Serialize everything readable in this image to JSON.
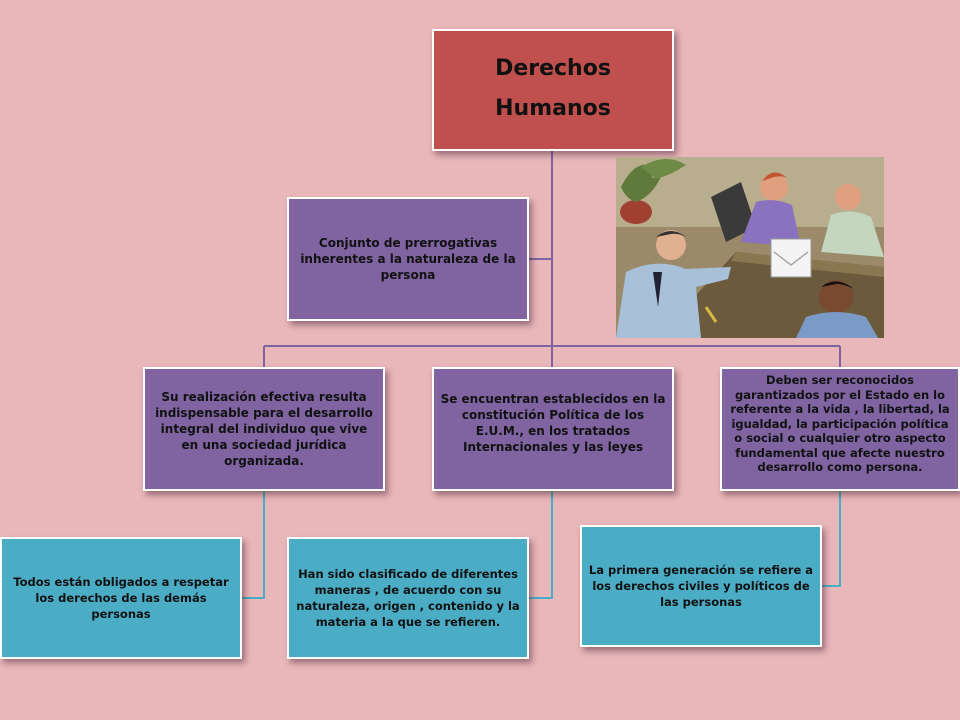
{
  "diagram": {
    "root": {
      "text": "Derechos\nHumanos"
    },
    "definition": {
      "text": "Conjunto de prerrogativas inherentes a la naturaleza  de la persona"
    },
    "realization": {
      "text": "Su realización efectiva resulta indispensable para el desarrollo integral del individuo  que vive en una sociedad  jurídica organizada."
    },
    "established": {
      "text": "Se encuentran establecidos en la constitución Política de los E.U.M., en los tratados Internacionales y las leyes"
    },
    "recognized": {
      "text": "Deben ser  reconocidos  garantizados por el Estado  en lo referente a la vida , la libertad, la igualdad, la participación política o social o cualquier otro  aspecto fundamental que afecte nuestro desarrollo como persona."
    },
    "obligated": {
      "text": "Todos están obligados a respetar los derechos de las demás personas"
    },
    "classified": {
      "text": "Han sido clasificado de diferentes maneras , de acuerdo con su naturaleza, origen , contenido y la materia a la que se refieren."
    },
    "first_generation": {
      "text": "La primera generación  se refiere a los derechos civiles y políticos de las personas"
    }
  },
  "colors": {
    "root": "#c0504d",
    "level": "#8064a2",
    "leaf": "#4bacc6",
    "connector": "#8064a2",
    "leaf_connector": "#4bacc6",
    "background": "#e8b7b9"
  },
  "illustration": {
    "icon": "business-meeting-clipart"
  }
}
